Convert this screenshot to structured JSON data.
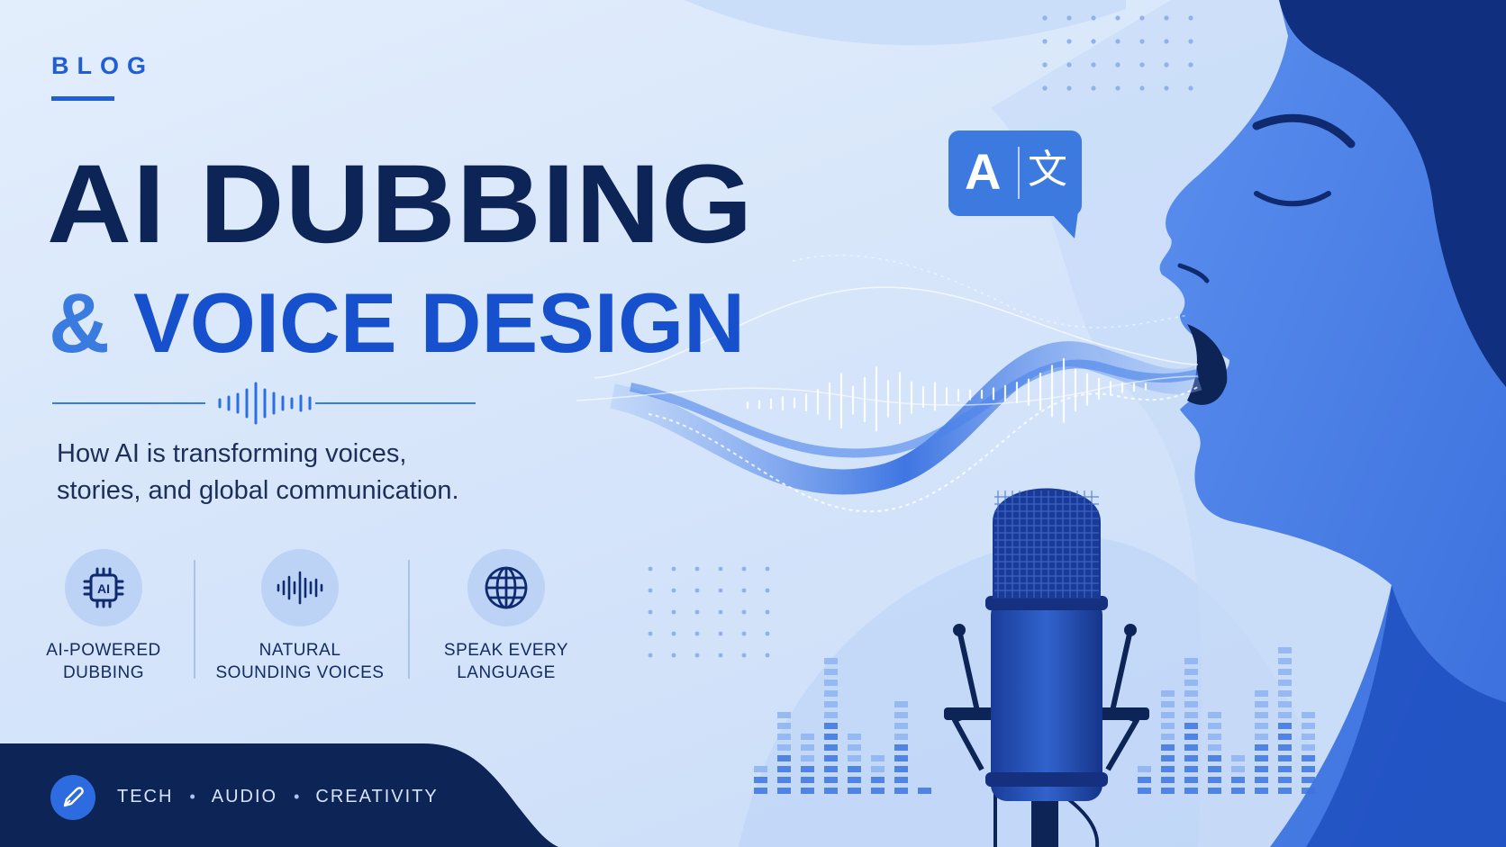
{
  "header": {
    "section_label": "BLOG",
    "title_line_1": "AI DUBBING",
    "title_amp": "&",
    "title_line_2": "VOICE DESIGN"
  },
  "subtitle_line_1": "How AI is transforming voices,",
  "subtitle_line_2": "stories, and global communication.",
  "features": [
    {
      "icon": "ai-chip-icon",
      "line_1": "AI-POWERED",
      "line_2": "DUBBING"
    },
    {
      "icon": "sound-wave-icon",
      "line_1": "NATURAL",
      "line_2": "SOUNDING VOICES"
    },
    {
      "icon": "globe-icon",
      "line_1": "SPEAK EVERY",
      "line_2": "LANGUAGE"
    }
  ],
  "footer": {
    "icon": "pen-icon",
    "tags": [
      "TECH",
      "AUDIO",
      "CREATIVITY"
    ],
    "separator": "•"
  },
  "translate_badge": {
    "latin": "A",
    "hanzi": "文",
    "icon": "translate-icon"
  },
  "colors": {
    "navy": "#0d2457",
    "royal_blue": "#1650cc",
    "accent_blue": "#3a7be0",
    "background": "#dbe8fb"
  }
}
